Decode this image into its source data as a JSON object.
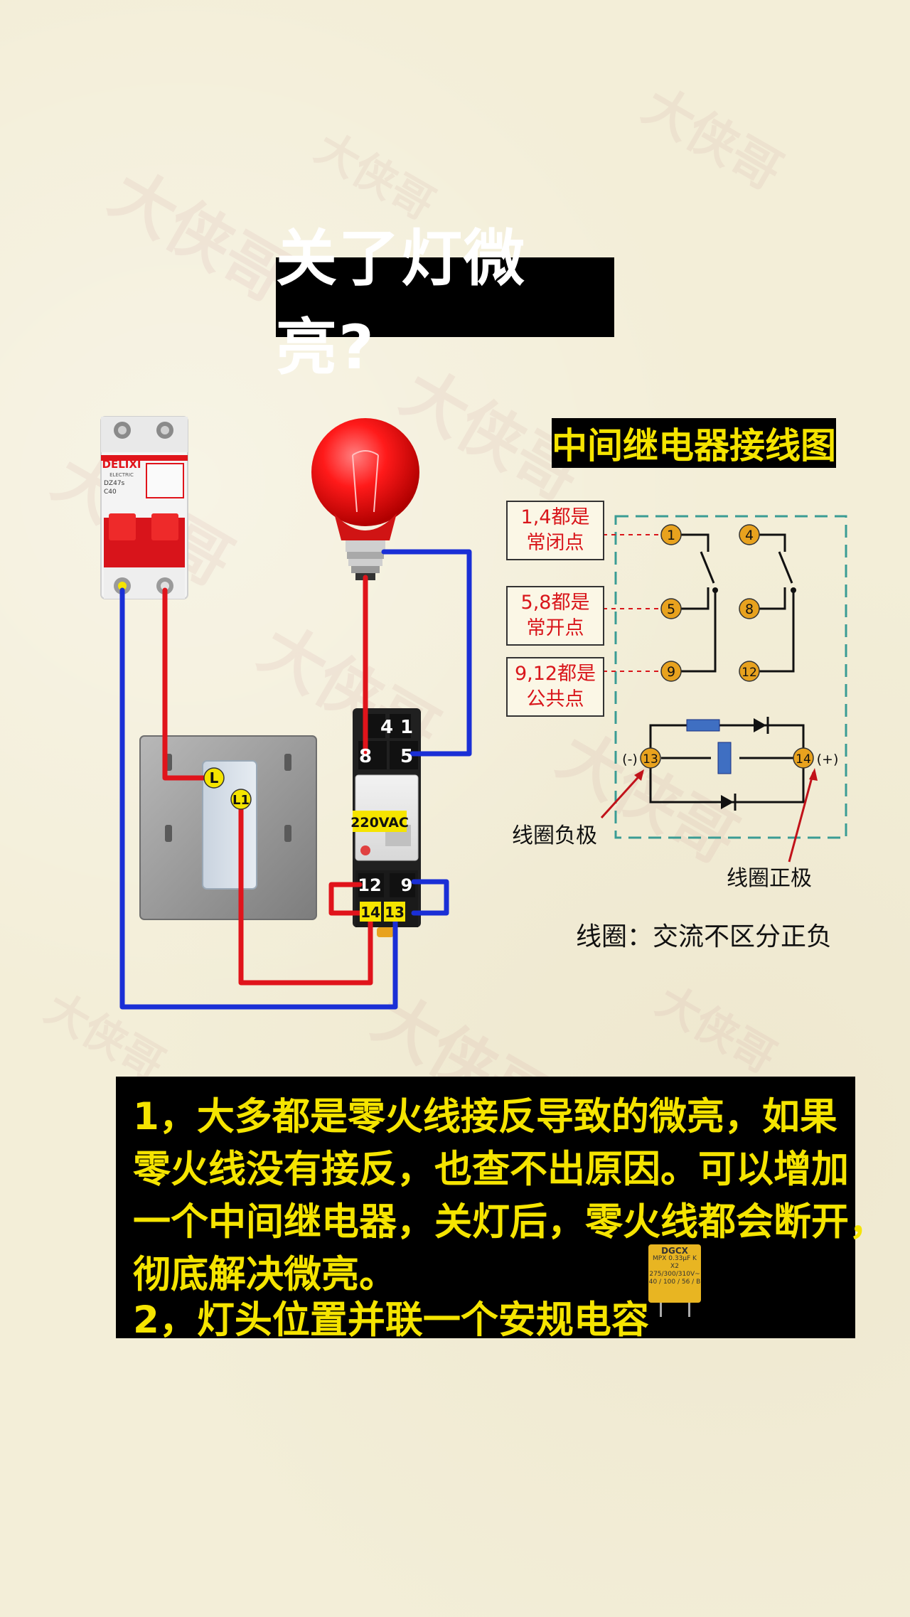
{
  "title": "关了灯微亮?",
  "relay_diagram_title": "中间继电器接线图",
  "notes": {
    "nc": [
      "1,4都是",
      "常闭点"
    ],
    "no": [
      "5,8都是",
      "常开点"
    ],
    "com": [
      "9,12都是",
      "公共点"
    ]
  },
  "terminals": {
    "t1": "1",
    "t4": "4",
    "t5": "5",
    "t8": "8",
    "t9": "9",
    "t12": "12",
    "t13": "13",
    "t14": "14"
  },
  "coil_polarity": {
    "neg": "(-)",
    "pos": "(+)"
  },
  "coil_neg_label": "线圈负极",
  "coil_pos_label": "线圈正极",
  "coil_note": "线圈：交流不区分正负",
  "breaker": {
    "brand": "DELIXI",
    "sub": "ELECTRIC",
    "model": "DZ47s",
    "rating": "C40"
  },
  "switch_terminals": {
    "L": "L",
    "L1": "L1"
  },
  "relay_device": {
    "top_labels": [
      "4",
      "1",
      "8",
      "5"
    ],
    "voltage": "220VAC",
    "bottom_labels": [
      "12",
      "9",
      "14",
      "13"
    ]
  },
  "bottom_text": {
    "line1": "1，大多都是零火线接反导致的微亮，如果",
    "line2": "零火线没有接反，也查不出原因。可以增加",
    "line3": "一个中间继电器，关灯后，零火线都会断开，",
    "line4": "彻底解决微亮。",
    "line5": "2，灯头位置并联一个安规电容"
  },
  "capacitor": {
    "brand": "DGCX",
    "spec1": "MPX 0.33μF K X2",
    "spec2": "275/300/310V~",
    "spec3": "40 / 100 / 56 / B"
  },
  "watermark": "大侠哥",
  "colors": {
    "live_wire": "#e0141b",
    "neutral_wire": "#1a2fd6",
    "terminal_marker": "#f5e400",
    "relay_terminal": "#e8a21e",
    "dashed_box": "#3a9c94"
  }
}
